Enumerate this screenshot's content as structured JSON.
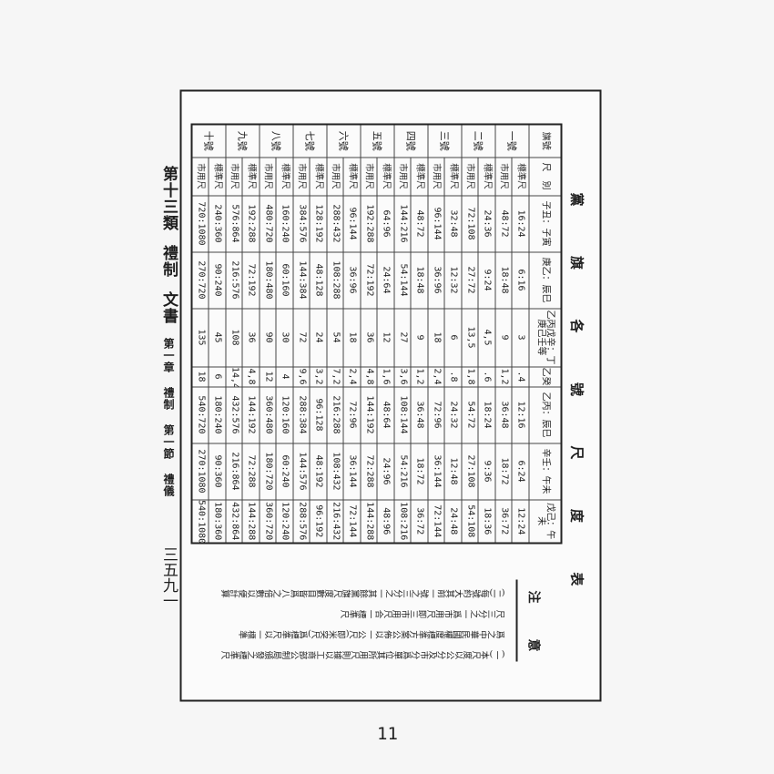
{
  "side_header": {
    "category": "第十三類",
    "section1": "禮制",
    "section2": "文書",
    "chapter": "第一章",
    "chapter_title": "禮制",
    "sect": "第一節",
    "sect_title": "禮儀"
  },
  "side_page": "三五九一",
  "page_number": "11",
  "title": [
    "黨",
    "旗",
    "各",
    "號",
    "尺",
    "度",
    "表"
  ],
  "columns": [
    "旗號",
    "尺　別",
    "子丑：子寅",
    "庚乙：辰巳",
    "乙丙戊辛：丁庚己壬等",
    "乙癸",
    "乙丙：辰巳",
    "辛壬：午未",
    "戊己：午未"
  ],
  "rows": [
    {
      "label": "一號",
      "sub": [
        {
          "unit": "標準尺",
          "values": [
            "16:24",
            "6:16",
            "3",
            ".4",
            "12:16",
            "6:24",
            "12:24"
          ]
        },
        {
          "unit": "市用尺",
          "values": [
            "48:72",
            "18:48",
            "9",
            "1,2",
            "36:48",
            "18:72",
            "36:72"
          ]
        }
      ]
    },
    {
      "label": "二號",
      "sub": [
        {
          "unit": "標準尺",
          "values": [
            "24:36",
            "9:24",
            "4,5",
            ".6",
            "18:24",
            "9:36",
            "18:36"
          ]
        },
        {
          "unit": "市用尺",
          "values": [
            "72:108",
            "27:72",
            "13,5",
            "1,8",
            "54:72",
            "27:108",
            "54:108"
          ]
        }
      ]
    },
    {
      "label": "三號",
      "sub": [
        {
          "unit": "標準尺",
          "values": [
            "32:48",
            "12:32",
            "6",
            ".8",
            "24:32",
            "12:48",
            "24:48"
          ]
        },
        {
          "unit": "市用尺",
          "values": [
            "96:144",
            "36:96",
            "18",
            "2,4",
            "72:96",
            "36:144",
            "72:144"
          ]
        }
      ]
    },
    {
      "label": "四號",
      "sub": [
        {
          "unit": "標準尺",
          "values": [
            "48:72",
            "18:48",
            "9",
            "1,2",
            "36:48",
            "18:72",
            "36:72"
          ]
        },
        {
          "unit": "市用尺",
          "values": [
            "144:216",
            "54:144",
            "27",
            "3,6",
            "108:144",
            "54:216",
            "108:216"
          ]
        }
      ]
    },
    {
      "label": "五號",
      "sub": [
        {
          "unit": "標準尺",
          "values": [
            "64:96",
            "24:64",
            "12",
            "1,6",
            "48:64",
            "24:96",
            "48:96"
          ]
        },
        {
          "unit": "市用尺",
          "values": [
            "192:288",
            "72:192",
            "36",
            "4,8",
            "144:192",
            "72:288",
            "144:288"
          ]
        }
      ]
    },
    {
      "label": "六號",
      "sub": [
        {
          "unit": "標準尺",
          "values": [
            "96:144",
            "36:96",
            "18",
            "2,4",
            "72:96",
            "36:144",
            "72:144"
          ]
        },
        {
          "unit": "市用尺",
          "values": [
            "288:432",
            "108:288",
            "54",
            "7,2",
            "216:288",
            "108:432",
            "216:432"
          ]
        }
      ]
    },
    {
      "label": "七號",
      "sub": [
        {
          "unit": "標準尺",
          "values": [
            "128:192",
            "48:128",
            "24",
            "3,2",
            "96:128",
            "48:192",
            "96:192"
          ]
        },
        {
          "unit": "市用尺",
          "values": [
            "384:576",
            "144:384",
            "72",
            "9,6",
            "288:384",
            "144:576",
            "288:576"
          ]
        }
      ]
    },
    {
      "label": "八號",
      "sub": [
        {
          "unit": "標準尺",
          "values": [
            "160:240",
            "60:160",
            "30",
            "4",
            "120:160",
            "60:240",
            "120:240"
          ]
        },
        {
          "unit": "市用尺",
          "values": [
            "480:720",
            "180:480",
            "90",
            "12",
            "360:480",
            "180:720",
            "360:720"
          ]
        }
      ]
    },
    {
      "label": "九號",
      "sub": [
        {
          "unit": "標準尺",
          "values": [
            "192:288",
            "72:192",
            "36",
            "4,8",
            "144:192",
            "72:288",
            "144:288"
          ]
        },
        {
          "unit": "市用尺",
          "values": [
            "576:864",
            "216:576",
            "108",
            "14,4",
            "432:576",
            "216:864",
            "432:864"
          ]
        }
      ]
    },
    {
      "label": "十號",
      "sub": [
        {
          "unit": "標準尺",
          "values": [
            "240:360",
            "90:240",
            "45",
            "6",
            "180:240",
            "90:360",
            "180:360"
          ]
        },
        {
          "unit": "市用尺",
          "values": [
            "720:1080",
            "270:720",
            "135",
            "18",
            "540:720",
            "270:1080",
            "540:1080"
          ]
        }
      ]
    }
  ],
  "notes": {
    "heading": [
      "注",
      "意"
    ],
    "lines": [
      "(一)本尺度以公分及市分爲單位其所用尺則據以工商部公制局頒發之標準尺",
      "爲之中華民國權度標準方案公佈以一公尺(即米突尺)爲標準尺以一標準",
      "尺三分之一爲市用尺即三市用尺合一標準尺",
      "(二)每號約大其前一號之三分之一其餘黨旗尺度數目皆爲八之倍數以便計算"
    ]
  }
}
